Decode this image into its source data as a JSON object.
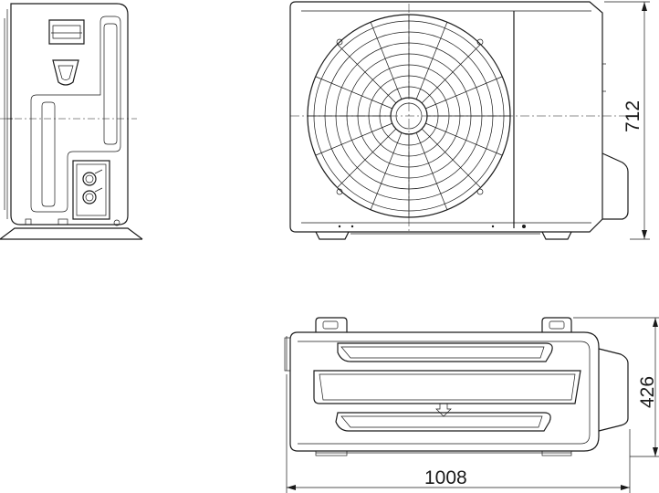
{
  "dimensions": {
    "height_label": "712",
    "depth_label": "426",
    "width_label": "1008"
  },
  "colors": {
    "line": "#1a1a1a",
    "background": "#ffffff"
  }
}
